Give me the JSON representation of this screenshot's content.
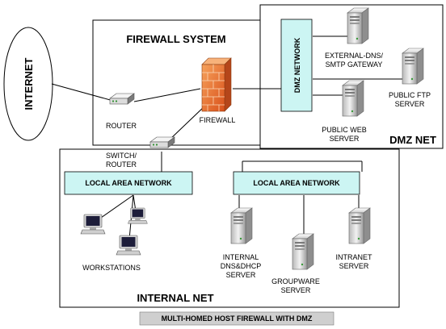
{
  "internet": {
    "label": "INTERNET"
  },
  "firewall_system": {
    "title": "FIREWALL SYSTEM",
    "router_label": "ROUTER",
    "firewall_label": "FIREWALL",
    "switch_label_line1": "SWITCH/",
    "switch_label_line2": "ROUTER"
  },
  "dmz": {
    "network_label": "DMZ NETWORK",
    "title": "DMZ NET",
    "dns_label_line1": "EXTERNAL-DNS/",
    "dns_label_line2": "SMTP GATEWAY",
    "ftp_label_line1": "PUBLIC FTP",
    "ftp_label_line2": "SERVER",
    "web_label_line1": "PUBLIC WEB",
    "web_label_line2": "SERVER"
  },
  "internal": {
    "title": "INTERNAL NET",
    "lan_left_label": "LOCAL AREA NETWORK",
    "lan_right_label": "LOCAL AREA NETWORK",
    "workstations_label": "WORKSTATIONS",
    "dns_dhcp_line1": "INTERNAL",
    "dns_dhcp_line2": "DNS&DHCP",
    "dns_dhcp_line3": "SERVER",
    "groupware_line1": "GROUPWARE",
    "groupware_line2": "SERVER",
    "intranet_line1": "INTRANET",
    "intranet_line2": "SERVER"
  },
  "caption": "MULTI-HOMED HOST FIREWALL WITH DMZ",
  "colors": {
    "network_bar": "#ccf5f3",
    "caption_bg": "#cfcfcf",
    "firewall_brick": "#e8662a"
  }
}
